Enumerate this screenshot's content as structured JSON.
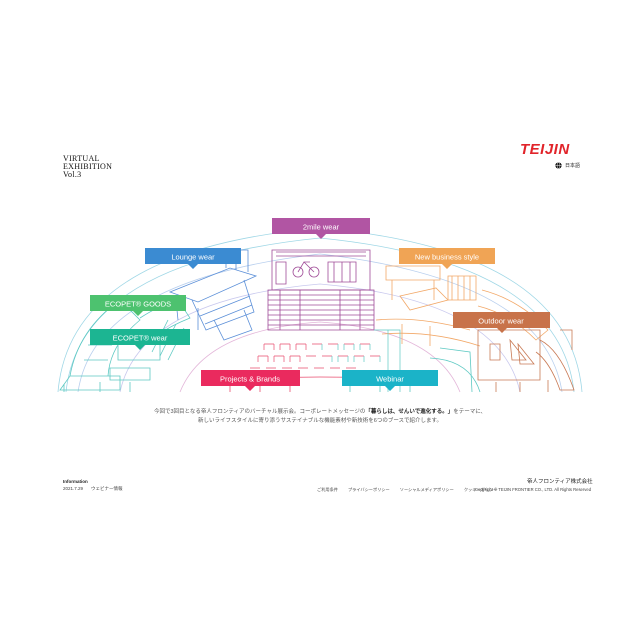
{
  "header": {
    "title_lines": [
      "VIRTUAL",
      "EXHIBITION",
      "Vol.3"
    ],
    "logo_text": "TEIJIN",
    "language_label": "日本語"
  },
  "booths": [
    {
      "id": "2mile",
      "label": "2mile wear",
      "color": "#b155a3"
    },
    {
      "id": "lounge",
      "label": "Lounge wear",
      "color": "#3b8bd2"
    },
    {
      "id": "new-business",
      "label": "New business style",
      "color": "#f0a455"
    },
    {
      "id": "ecopet-goods",
      "label": "ECOPET® GOODS",
      "color": "#4dc26f"
    },
    {
      "id": "ecopet-wear",
      "label": "ECOPET® wear",
      "color": "#1cb592"
    },
    {
      "id": "outdoor",
      "label": "Outdoor wear",
      "color": "#c8734a"
    },
    {
      "id": "projects",
      "label": "Projects & Brands",
      "color": "#ea2a5e"
    },
    {
      "id": "webinar",
      "label": "Webinar",
      "color": "#1bb3c8"
    }
  ],
  "intro": {
    "line1_a": "今回で3回目となる帝人フロンティアのバーチャル展示会。コーポレートメッセージの",
    "line1_b": "「暮らしは、せんいで進化する。」",
    "line1_c": "をテーマに、",
    "line2": "新しいライフスタイルに寄り添うサステイナブルな機能素材や新技術を6つのブースで紹介します。"
  },
  "information": {
    "heading": "Information",
    "date": "2021.7.29",
    "text": "ウェビナー情報"
  },
  "footer": {
    "company": "帝人フロンティア株式会社",
    "links": [
      "ご利用条件",
      "プライバシーポリシー",
      "ソーシャルメディアポリシー",
      "クッキーポリシー"
    ],
    "copyright": "Copyright © TEIJIN FRONTIER CO., LTD. All Rights Reserved"
  },
  "colors": {
    "brand_red": "#e1242a",
    "floor_teal": "#5ec9c3",
    "floor_blue": "#5b8fd8",
    "floor_orange": "#f2a868",
    "floor_brown": "#c97a55",
    "floor_pink": "#e94d6f",
    "floor_purple": "#a04c98"
  }
}
